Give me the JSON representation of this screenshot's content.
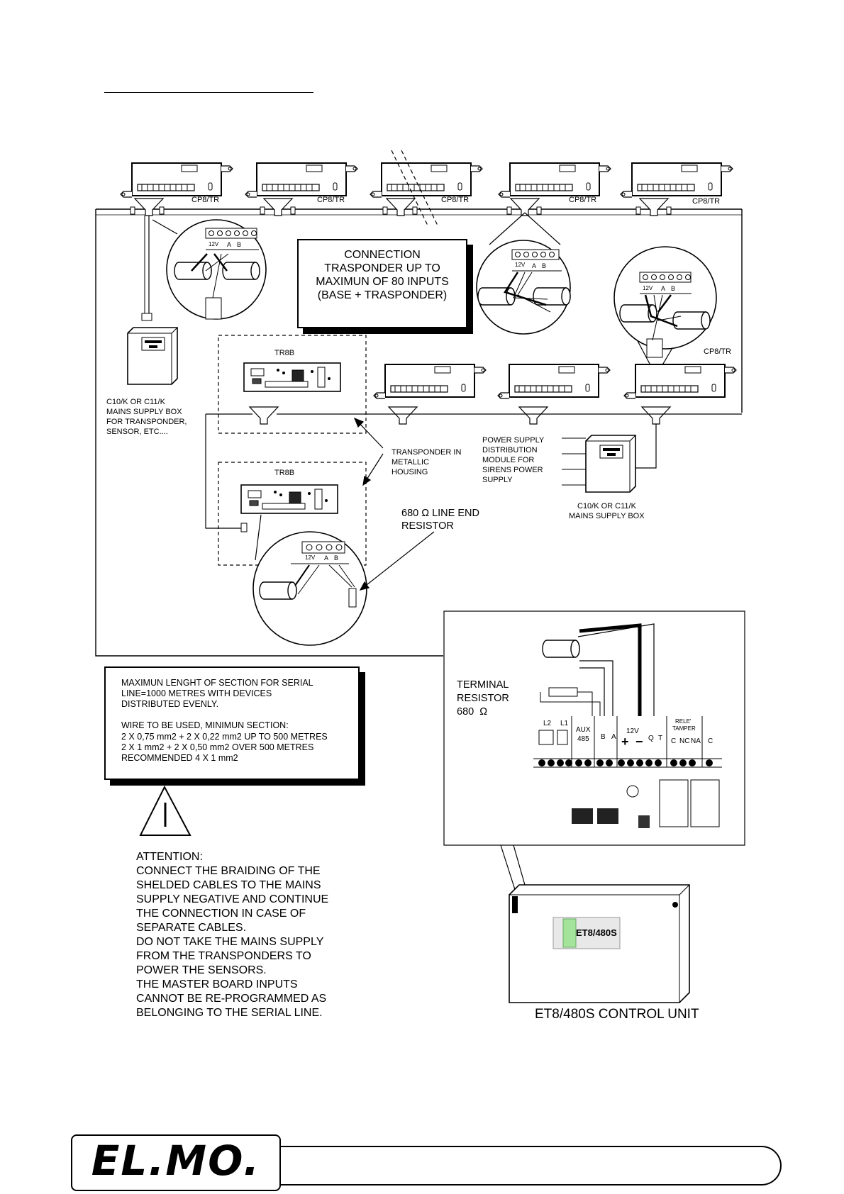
{
  "devices": {
    "cp8tr_label": "CP8/TR",
    "tr8b_label": "TR8B"
  },
  "connection_box": {
    "lines": [
      "CONNECTION",
      "TRASPONDER UP TO",
      "MAXIMUN OF 80 INPUTS",
      "(BASE + TRASPONDER)"
    ]
  },
  "terminal_labels": {
    "v12": "12V",
    "a": "A",
    "b": "B"
  },
  "supply_left": {
    "lines": [
      "C10/K OR C11/K",
      "MAINS SUPPLY BOX",
      "FOR TRANSPONDER,",
      "SENSOR, ETC...."
    ]
  },
  "transponder_housing": {
    "lines": [
      "TRANSPONDER IN",
      "METALLIC",
      "HOUSING"
    ]
  },
  "power_distribution": {
    "lines": [
      "POWER SUPPLY",
      "DISTRIBUTION",
      "MODULE FOR",
      "SIRENS POWER",
      "SUPPLY"
    ]
  },
  "supply_right": {
    "lines": [
      "C10/K OR C11/K",
      "MAINS SUPPLY BOX"
    ]
  },
  "line_end_resistor": {
    "lines": [
      "680 Ω LINE END",
      "RESISTOR"
    ]
  },
  "serial_note": {
    "lines": [
      "MAXIMUN LENGHT OF SECTION FOR SERIAL",
      "LINE=1000 METRES WITH DEVICES",
      "DISTRIBUTED EVENLY.",
      "",
      "WIRE TO BE USED, MINIMUN SECTION:",
      "2 X 0,75 mm2 + 2 X 0,22 mm2 UP TO 500 METRES",
      "2 X 1 mm2 + 2 X 0,50 mm2 OVER 500 METRES",
      "RECOMMENDED 4 X 1 mm2"
    ]
  },
  "terminal_resistor": {
    "lines": [
      "TERMINAL",
      "RESISTOR",
      "680  Ω"
    ]
  },
  "board_labels": {
    "l2": "L2",
    "l1": "L1",
    "aux": "AUX",
    "n485": "485",
    "b": "B",
    "a": "A",
    "v12": "12V",
    "plus": "+",
    "minus": "−",
    "q": "Q",
    "t": "T",
    "rele": "RELE'",
    "tamper": "TAMPER",
    "c": "C",
    "nc": "NC",
    "na": "NA",
    "c2": "C"
  },
  "attention": {
    "lines": [
      "ATTENTION:",
      "CONNECT THE BRAIDING OF THE",
      "SHELDED CABLES TO THE MAINS",
      "SUPPLY NEGATIVE AND CONTINUE",
      "THE CONNECTION IN CASE OF",
      "SEPARATE CABLES.",
      "DO NOT TAKE THE MAINS SUPPLY",
      "FROM THE TRANSPONDERS TO",
      "POWER THE SENSORS.",
      "THE MASTER BOARD INPUTS",
      "CANNOT BE RE-PROGRAMMED AS",
      "BELONGING TO THE SERIAL LINE."
    ]
  },
  "control_unit": {
    "caption": "ET8/480S CONTROL UNIT",
    "panel_text": "ET8/480S"
  },
  "footer": {
    "logo": "EL.MO."
  }
}
